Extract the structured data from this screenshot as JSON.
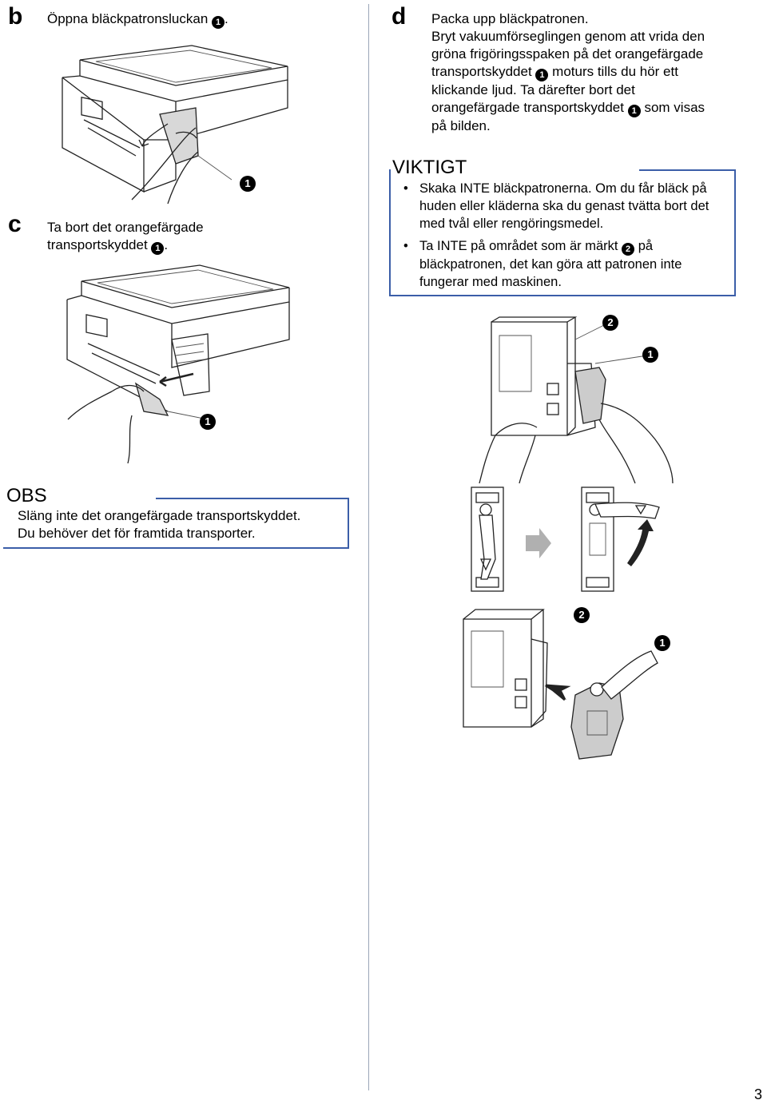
{
  "step_b": {
    "letter": "b",
    "text": "Öppna bläckpatronsluckan",
    "callout": "1",
    "end": "."
  },
  "step_c": {
    "letter": "c",
    "line1": "Ta bort det orangefärgade",
    "line2": "transportskyddet",
    "callout": "1",
    "end": "."
  },
  "step_d": {
    "letter": "d",
    "line1": "Packa upp bläckpatronen.",
    "line2": "Bryt vakuumförseglingen genom att vrida den",
    "line3": "gröna frigöringsspaken på det orangefärgade",
    "line4_pre": "transportskyddet",
    "line4_callout": "1",
    "line4_post": "moturs tills du hör ett",
    "line5": "klickande ljud. Ta därefter bort det",
    "line6_pre": "orangefärgade transportskyddet",
    "line6_callout": "1",
    "line6_post": "som visas",
    "line7": "på bilden."
  },
  "viktigt": {
    "title": "VIKTIGT",
    "bullet1": "Skaka INTE bläckpatronerna. Om du får bläck på huden eller kläderna ska du genast tvätta bort det med tvål eller rengöringsmedel.",
    "bullet2_pre": "Ta INTE på området som är märkt",
    "bullet2_callout": "2",
    "bullet2_post": "på bläckpatronen, det kan göra att patronen inte fungerar med maskinen."
  },
  "obs": {
    "title": "OBS",
    "line1": "Släng inte det orangefärgade transportskyddet.",
    "line2": "Du behöver det för framtida transporter."
  },
  "figure_callouts": {
    "printer1": "1",
    "printer2": "1",
    "cart1_a": "2",
    "cart1_b": "1",
    "cart3_a": "2",
    "cart3_b": "1"
  },
  "page_number": "3"
}
